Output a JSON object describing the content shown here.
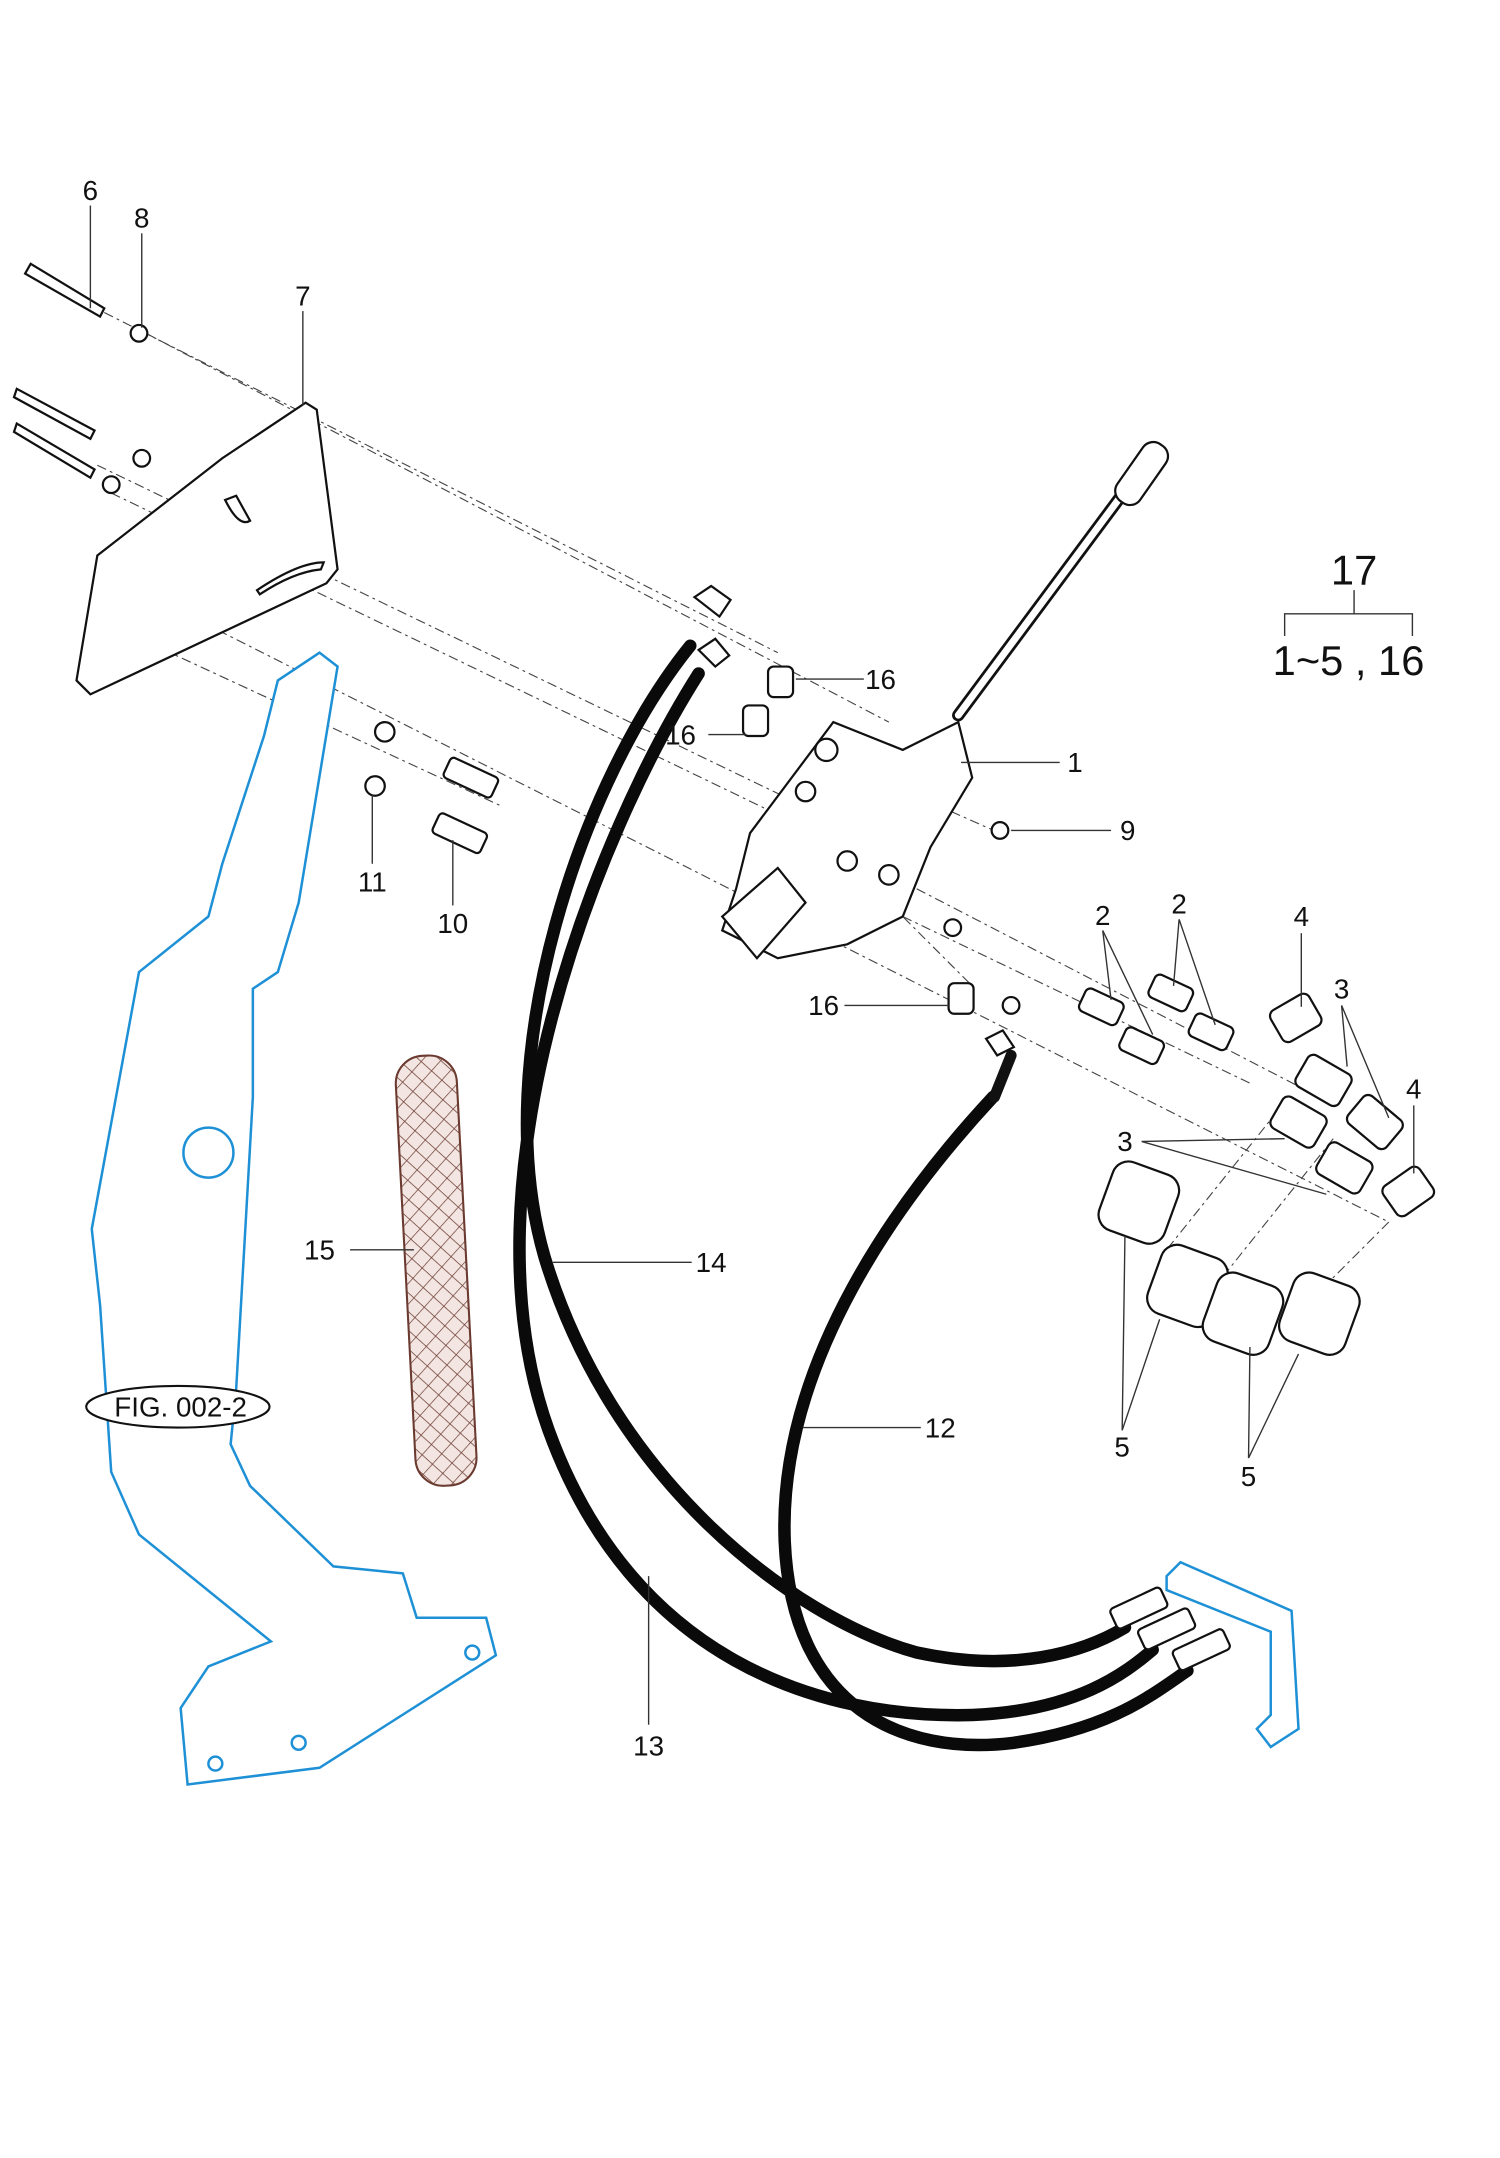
{
  "diagram": {
    "assembly": {
      "number": "17",
      "includes": "1~5 , 16"
    },
    "figure_reference": "FIG. 002-2",
    "callouts": {
      "c1": "1",
      "c2a": "2",
      "c2b": "2",
      "c3a": "3",
      "c3b": "3",
      "c4a": "4",
      "c4b": "4",
      "c5a": "5",
      "c5b": "5",
      "c6": "6",
      "c7": "7",
      "c8": "8",
      "c9": "9",
      "c10": "10",
      "c11": "11",
      "c12": "12",
      "c13": "13",
      "c14": "14",
      "c15": "15",
      "c16a": "16",
      "c16b": "16",
      "c16c": "16"
    },
    "colors": {
      "frame": "#1e90d6",
      "hose": "#0a0a0a",
      "sleeve": "#8a4a3a"
    }
  }
}
